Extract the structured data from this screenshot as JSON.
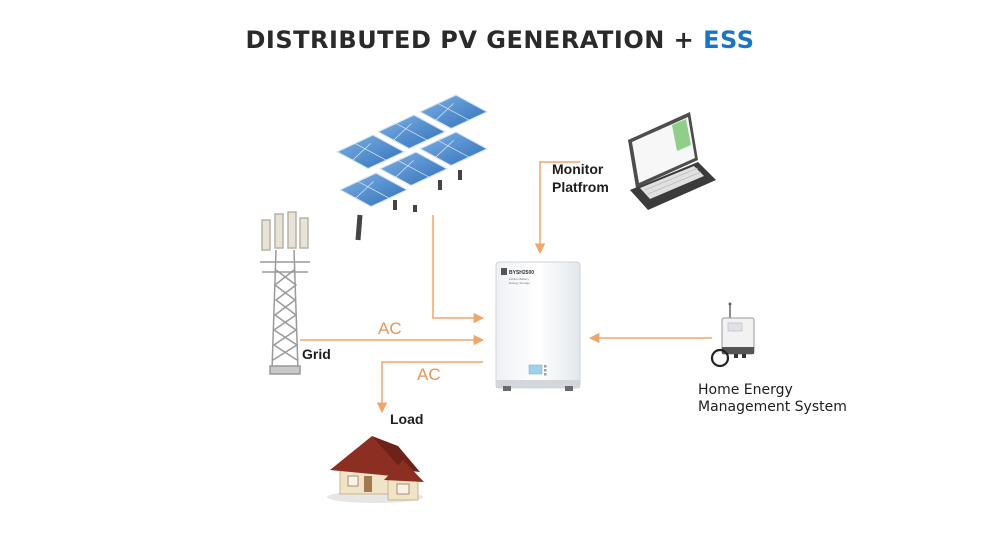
{
  "title": {
    "main": "DISTRIBUTED PV GENERATION + ",
    "accent": "ESS"
  },
  "labels": {
    "monitor": [
      "Monitor",
      "Platfrom"
    ],
    "grid": "Grid",
    "ac_top": "AC",
    "ac_bottom": "AC",
    "load": "Load",
    "hems": [
      "Home Energy",
      "Management System"
    ]
  },
  "battery": {
    "model": "BYSH2500",
    "subtitle": [
      "Lithium Battery",
      "Energy Storage"
    ]
  },
  "colors": {
    "line": "#f0a56b",
    "label_ac": "#e8955a",
    "accent": "#1a74c7",
    "panel": "#4a86c8",
    "roof": "#8c2f22",
    "wall": "#f1e4c6"
  }
}
